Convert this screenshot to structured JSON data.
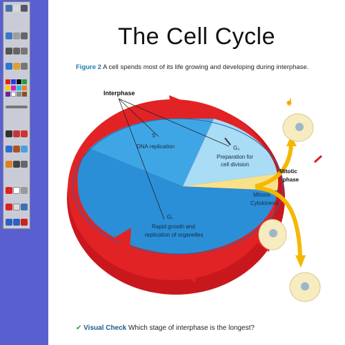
{
  "slide": {
    "title": "The Cell Cycle",
    "figure_label": "Figure 2",
    "figure_caption": "A cell spends most of its life growing and developing during interphase.",
    "visual_check_label": "Visual Check",
    "visual_check_question": "Which stage of interphase is the longest?"
  },
  "diagram": {
    "interphase": "Interphase",
    "s_label": "S",
    "s_desc": "DNA replication",
    "g2_label": "G₂",
    "g2_desc_1": "Preparation for",
    "g2_desc_2": "cell division",
    "g1_label": "G₁",
    "g1_desc_1": "Rapid growth and",
    "g1_desc_2": "replication of organelles",
    "mitotic_1": "Mitotic",
    "mitotic_2": "phase",
    "mitosis": "Mitosis",
    "cytokinesis": "Cytokinesis"
  },
  "colors": {
    "strip": "#5a5fcf",
    "g1": "#2a8fd6",
    "s": "#3fa6e6",
    "g2": "#a9dcf5",
    "mitotic": "#f7e28a",
    "arrow_red": "#e12326",
    "arrow_yellow": "#f5b800"
  },
  "toolbar": {
    "icons": [
      "pen-icon",
      "select-icon",
      "text-icon",
      "eraser-icon",
      "shape-icon",
      "line-icon",
      "fill-icon",
      "undo-icon",
      "redo-icon",
      "delete-icon"
    ]
  }
}
